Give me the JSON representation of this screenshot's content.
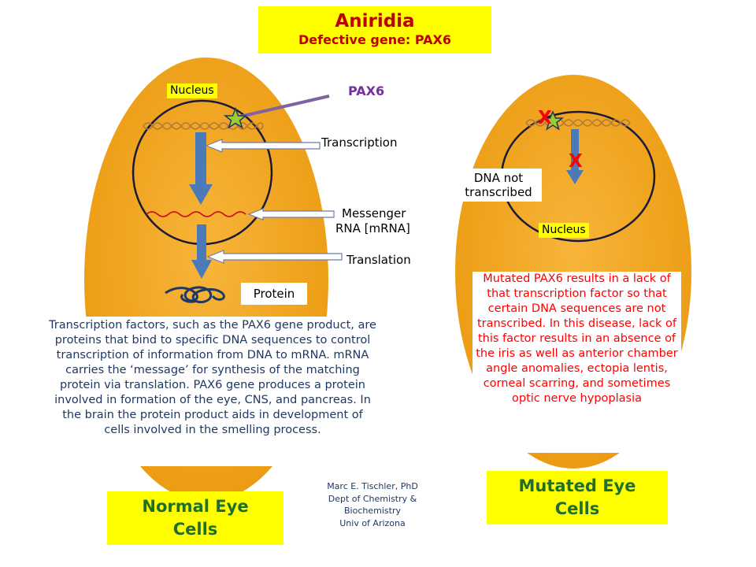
{
  "title": {
    "main": "Aniridia",
    "sub": "Defective gene: PAX6"
  },
  "normal": {
    "nucleus_label": "Nucleus",
    "pax6_label": "PAX6",
    "transcription_label": "Transcription",
    "mrna_label_line1": "Messenger",
    "mrna_label_line2": "RNA [mRNA]",
    "translation_label": "Translation",
    "protein_label": "Protein",
    "info_text": "Transcription factors, such as the PAX6 gene product, are proteins that bind to specific DNA sequences to control transcription of information from DNA to mRNA. mRNA carries the ‘message’ for synthesis of the matching protein via translation. PAX6 gene produces a protein involved in formation of the eye, CNS, and pancreas. In the brain the protein product aids in development of cells involved in the smelling process.",
    "caption_line1": "Normal Eye",
    "caption_line2": "Cells"
  },
  "mutant": {
    "nucleus_label": "Nucleus",
    "dna_not_line1": "DNA not",
    "dna_not_line2": "transcribed",
    "x_mark": "X",
    "info_text": "Mutated PAX6 results in a lack of that transcription factor so that certain DNA sequences are not transcribed. In this disease, lack of this factor results in an absence of the iris as well as anterior chamber angle anomalies, ectopia lentis, corneal scarring, and sometimes optic nerve hypoplasia",
    "caption_line1": "Mutated Eye",
    "caption_line2": "Cells"
  },
  "credit": {
    "line1": "Marc E. Tischler, PhD",
    "line2": "Dept of Chemistry &",
    "line3": "Biochemistry",
    "line4": "Univ of Arizona"
  },
  "colors": {
    "cell_fill": "#f5a623",
    "arrow_blue": "#4a7ab8",
    "title_red": "#c00000",
    "caption_green": "#1f6f2a",
    "pax6_purple": "#7030a0",
    "star_green": "#9acd32"
  }
}
